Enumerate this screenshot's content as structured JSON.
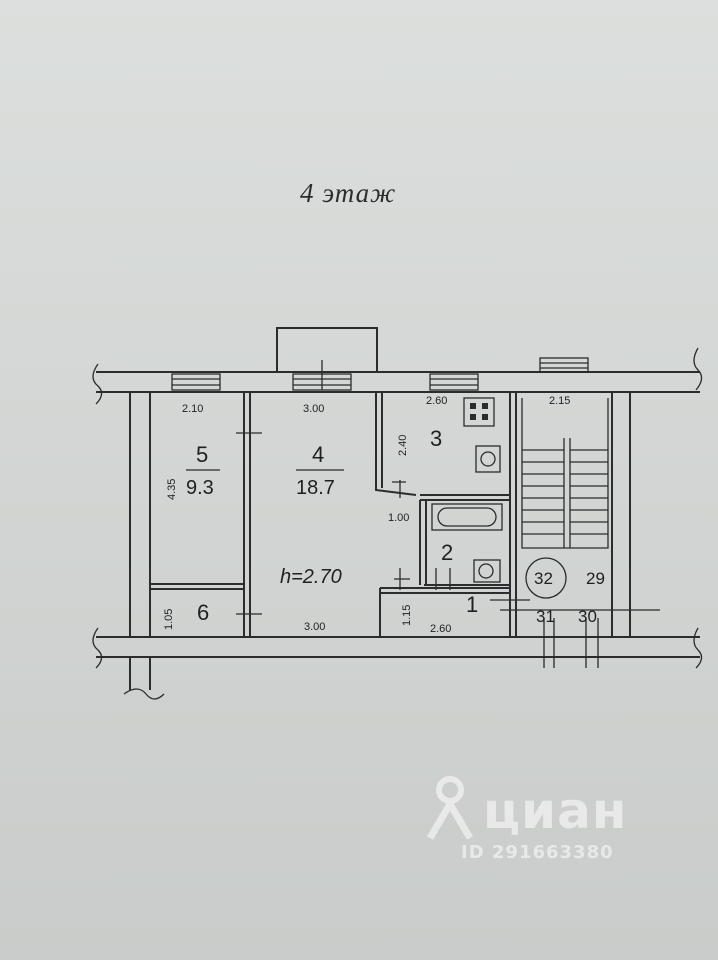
{
  "title": "4 этаж",
  "rooms": [
    {
      "number": "5",
      "area": "9.3"
    },
    {
      "number": "4",
      "area": "18.7"
    },
    {
      "number": "3"
    },
    {
      "number": "2"
    },
    {
      "number": "1"
    },
    {
      "number": "6"
    }
  ],
  "ceiling_height": "h=2.70",
  "dimensions": {
    "room5_width": "2.10",
    "room5_length": "4.35",
    "room4_width_top": "3.00",
    "room4_width_bottom": "3.00",
    "kitchen_width": "2.60",
    "kitchen_length": "2.40",
    "bath_width": "1.00",
    "hall_width": "2.60",
    "hall_length": "1.15",
    "room6_length": "1.05",
    "stair_width": "2.15"
  },
  "neighbor_apartments": [
    "32",
    "29",
    "31",
    "30"
  ],
  "watermark": {
    "brand": "циан",
    "id": "ID 291663380"
  }
}
